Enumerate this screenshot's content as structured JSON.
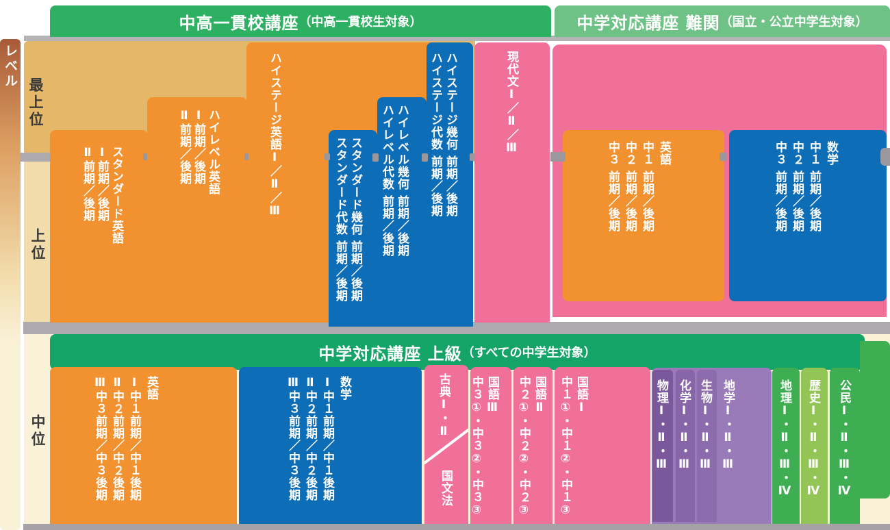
{
  "palette": {
    "green-dark": "#2db061",
    "green-light": "#6fc286",
    "green-mid": "#14a467",
    "orange": "#f2912f",
    "blue": "#0e6db7",
    "pink": "#f0709a",
    "purple1": "#7b589c",
    "purple2": "#8765a8",
    "purple3": "#8c6cad",
    "purple4": "#9a7bba",
    "green-block": "#3fae53",
    "green-yellow": "#93c556",
    "tan": "#e5b768",
    "tan-light": "#f2dcab",
    "cream": "#faf1d9",
    "gray-line": "#b5b3b6",
    "gray-band": "#acaaad",
    "gray-dark": "#a5a2a5",
    "gray-tick": "#9a989c",
    "grad-top": "#a85a38",
    "grad-mid": "#dd9f62",
    "text-dark": "#3a3a3a"
  },
  "axis": {
    "level": "レベル",
    "tier_top": "最上位",
    "tier_upper": "上位",
    "tier_middle": "中位"
  },
  "banners": {
    "ikkan_title": "中高一貫校講座",
    "ikkan_sub": "（中高一貫校生対象）",
    "nankan_title": "中学対応講座 難関",
    "nankan_sub": "（国立・公立中学生対象）",
    "jokyu_title": "中学対応講座 上級",
    "jokyu_sub": "（すべての中学生対象）"
  },
  "courses": {
    "standard_english": "スタンダード英語\nⅠ前期／後期\nⅡ前期／後期",
    "highlevel_english": "ハイレベル英語\nⅠ前期／後期\nⅡ前期／後期",
    "highstage_english": "ハイステージ英語Ⅰ／Ⅱ／Ⅲ",
    "standard_math": "スタンダード幾何 前期／後期\nスタンダード代数 前期／後期",
    "highlevel_math": "ハイレベル幾何 前期／後期\nハイレベル代数 前期／後期",
    "highstage_math": "ハイステージ幾何 前期／後期\nハイステージ代数 前期／後期",
    "gendaibun": "現代文Ⅰ／Ⅱ／Ⅲ",
    "nankan_english": "英語\n中１ 前期／後期\n中２ 前期／後期\n中３ 前期／後期",
    "nankan_math": "数学\n中１ 前期／後期\n中２ 前期／後期\n中３ 前期／後期",
    "jokyu_english": "英語\nⅠ中１前期／中１後期\nⅡ中２前期／中２後期\nⅢ中３前期／中３後期",
    "jokyu_math": "数学\nⅠ中１前期／中１後期\nⅡ中２前期／中２後期\nⅢ中３前期／中３後期",
    "koten": "古典Ⅰ・Ⅱ",
    "kokubunpo": "国文法",
    "kokugo3": "国語Ⅲ\n中３①・中３②・中３③",
    "kokugo2": "国語Ⅱ\n中２①・中２②・中２③",
    "kokugo1": "国語Ⅰ\n中１①・中１②・中１③",
    "butsuri": "物理Ⅰ・Ⅱ・Ⅲ",
    "kagaku": "化学Ⅰ・Ⅱ・Ⅲ",
    "seibutsu": "生物Ⅰ・Ⅱ・Ⅲ",
    "chigaku": "地学Ⅰ・Ⅱ・Ⅲ",
    "chiri": "地理Ⅰ・Ⅱ・Ⅲ・Ⅳ",
    "rekishi": "歴史Ⅰ・Ⅱ・Ⅲ・Ⅳ",
    "komin": "公民Ⅰ・Ⅱ・Ⅲ・Ⅳ"
  }
}
